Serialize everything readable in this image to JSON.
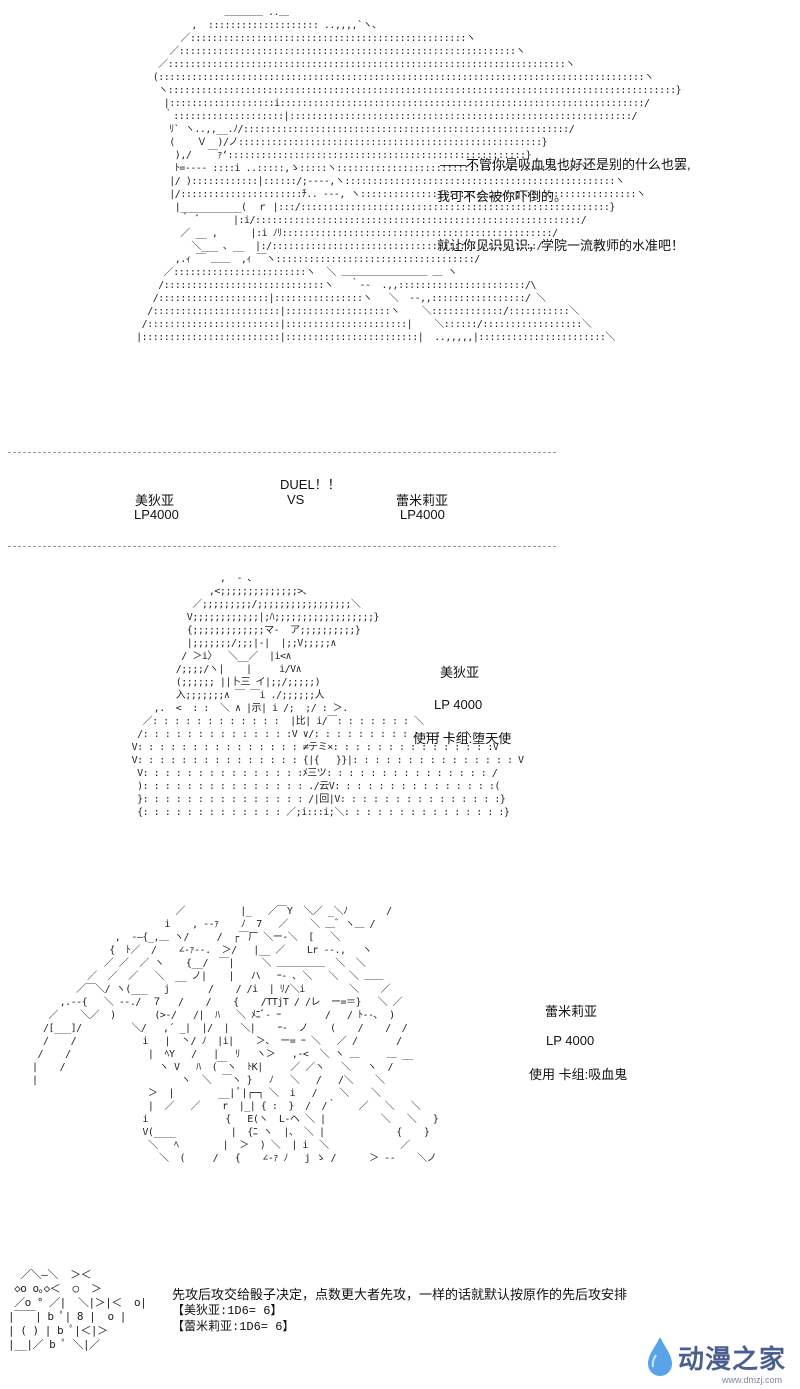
{
  "scene1": {
    "lines": [
      "——不管你是吸血鬼也好还是别的什么也罢,",
      "我可不会被你吓倒的。",
      "就让你见识见识，学院一流教师的水准吧！"
    ]
  },
  "duel": {
    "title": "DUEL！！",
    "left_name": "美狄亚",
    "vs": "VS",
    "right_name": "蕾米莉亚",
    "left_lp": "LP4000",
    "right_lp": "LP4000"
  },
  "player1": {
    "name": "美狄亚",
    "lp": "LP 4000",
    "deck": "使用 卡组:堕天使"
  },
  "player2": {
    "name": "蕾米莉亚",
    "lp": "LP 4000",
    "deck": "使用 卡组:吸血鬼"
  },
  "dice": {
    "rule": "先攻后攻交给骰子决定，点数更大者先攻，一样的话就默认按原作的先后攻安排",
    "roll1": "【美狄亚:1D6= 6】",
    "roll2": "【蕾米莉亚:1D6= 6】"
  },
  "logo": {
    "text": "动漫之家",
    "url": "www.dmzj.com",
    "color": "#4a90d9"
  }
}
